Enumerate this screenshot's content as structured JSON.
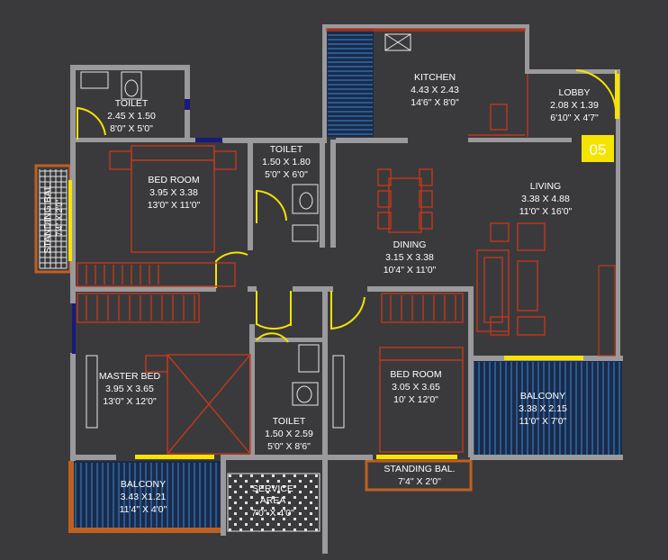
{
  "unit_badge": "05",
  "rooms": {
    "toilet1": {
      "name": "TOILET",
      "metric": "2.45 X 1.50",
      "imperial": "8'0\" X 5'0\""
    },
    "kitchen": {
      "name": "KITCHEN",
      "metric": "4.43 X 2.43",
      "imperial": "14'6\" X 8'0\""
    },
    "lobby": {
      "name": "LOBBY",
      "metric": "2.08 X 1.39",
      "imperial": "6'10\" X 4'7\""
    },
    "bedroom1": {
      "name": "BED ROOM",
      "metric": "3.95 X 3.38",
      "imperial": "13'0\" X 11'0\""
    },
    "toilet2": {
      "name": "TOILET",
      "metric": "1.50 X 1.80",
      "imperial": "5'0\" X 6'0\""
    },
    "living": {
      "name": "LIVING",
      "metric": "3.38 X 4.88",
      "imperial": "11'0\" X 16'0\""
    },
    "dining": {
      "name": "DINING",
      "metric": "3.15 X 3.38",
      "imperial": "10'4\" X 11'0\""
    },
    "master": {
      "name": "MASTER BED",
      "metric": "3.95 X 3.65",
      "imperial": "13'0\" X 12'0\""
    },
    "bedroom2": {
      "name": "BED ROOM",
      "metric": "3.05 X 3.65",
      "imperial": "10' X 12'0\""
    },
    "toilet3": {
      "name": "TOILET",
      "metric": "1.50 X 2.59",
      "imperial": "5'0\" X 8'6\""
    },
    "balcony1": {
      "name": "BALCONY",
      "metric": "3.38 X 2.15",
      "imperial": "11'0\" X 7'0\""
    },
    "balcony2": {
      "name": "BALCONY",
      "metric": "3.43 X1.21",
      "imperial": "11'4\" X 4'0\""
    },
    "service": {
      "name1": "SERVICE",
      "name2": "AREA",
      "imperial": "7'0\" X 4'0\""
    },
    "standing1": {
      "name": "STANDING BAL.",
      "imperial": "7'4\" X 2'0\""
    },
    "standing2": {
      "name": "STANDING BAL.",
      "imperial": "7'4\" X 2'0\""
    }
  },
  "colors": {
    "wall": "#9a9a9d",
    "furniture": "#c0391b",
    "door": "#f5e400",
    "balcony_grid": "#2f8fd8",
    "background": "#3a3a3d"
  }
}
